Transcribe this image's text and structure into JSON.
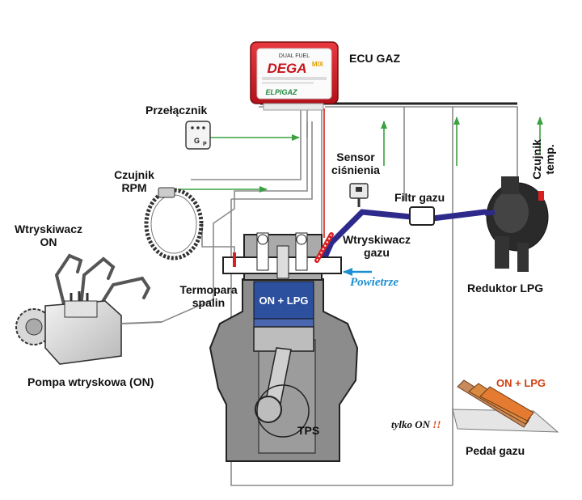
{
  "labels": {
    "ecu": "ECU GAZ",
    "switch": "Przełącznik",
    "rpm_line1": "Czujnik",
    "rpm_line2": "RPM",
    "injector_on_line1": "Wtryskiwacz",
    "injector_on_line2": "ON",
    "pressure_line1": "Sensor",
    "pressure_line2": "ciśnienia",
    "filter": "Filtr gazu",
    "temp_line1": "Czujnik",
    "temp_line2": "temp.",
    "gas_injector_line1": "Wtryskiwacz",
    "gas_injector_line2": "gazu",
    "air": "Powietrze",
    "thermo_line1": "Termopara",
    "thermo_line2": "spalin",
    "chamber": "ON + LPG",
    "reducer": "Reduktor LPG",
    "pump": "Pompa wtryskowa (ON)",
    "tps": "TPS",
    "pedal_top": "ON + LPG",
    "pedal_only": "tylko ON",
    "pedal_marks": "!!",
    "pedal": "Pedał gazu"
  },
  "ecu_box": {
    "line1": "DUAL FUEL",
    "brand": "DEGA",
    "brand_suffix": "MIX",
    "maker": "ELPIGAZ"
  },
  "switch_face": {
    "left": "G",
    "right": "P"
  },
  "colors": {
    "wire_green": "#3aa040",
    "wire_gray": "#8a8a8a",
    "gas_line": "#2e2a8c",
    "ecu_red": "#d81e25",
    "signal_red": "#d92020",
    "air_blue": "#1e8fd0",
    "chamber": "#2c4f9e",
    "pedal_label": "#d04010"
  },
  "icons": [
    "switch-icon",
    "rpm-sensor-icon",
    "injector-on-icon",
    "injection-pump-icon",
    "pressure-sensor-icon",
    "gas-filter-icon",
    "lpg-reducer-icon",
    "gas-pedal-icon",
    "engine-icon"
  ]
}
